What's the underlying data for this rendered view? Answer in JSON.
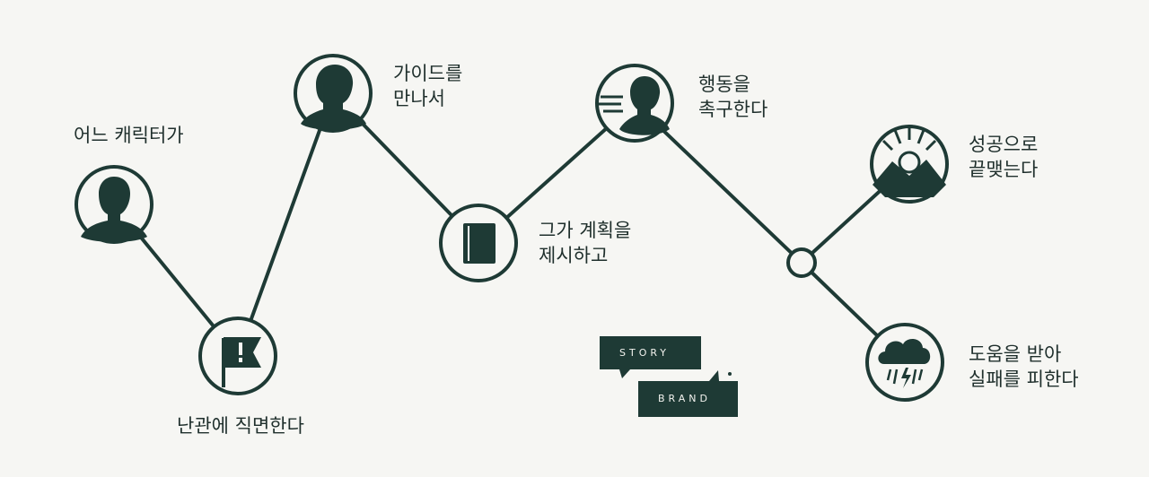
{
  "steps": [
    {
      "line1": "어느 캐릭터가",
      "line2": "",
      "icon": "person-icon"
    },
    {
      "line1": "난관에 직면한다",
      "line2": "",
      "icon": "flag-icon"
    },
    {
      "line1": "가이드를",
      "line2": "만나서",
      "icon": "guide-icon"
    },
    {
      "line1": "그가 계획을",
      "line2": "제시하고",
      "icon": "book-icon"
    },
    {
      "line1": "행동을",
      "line2": "촉구한다",
      "icon": "running-person-icon"
    },
    {
      "line1": "성공으로",
      "line2": "끝맺는다",
      "icon": "sunrise-mountain-icon"
    },
    {
      "line1": "도움을 받아",
      "line2": "실패를 피한다",
      "icon": "storm-cloud-icon"
    }
  ],
  "logo": {
    "top": "STORY",
    "bottom": "BRAND"
  },
  "colors": {
    "accent": "#1e3a35",
    "background": "#f6f6f3"
  }
}
